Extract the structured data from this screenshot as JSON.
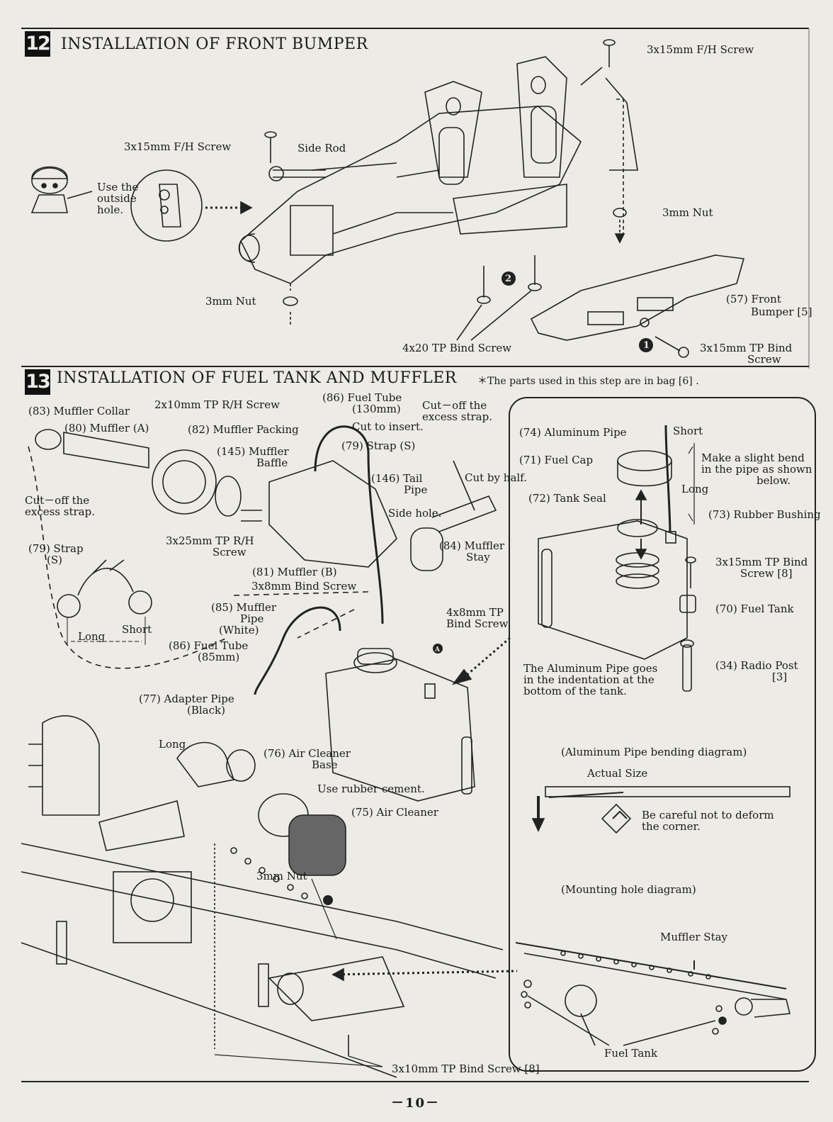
{
  "step12": {
    "number": "12",
    "title": "INSTALLATION OF FRONT BUMPER",
    "labels": {
      "fh_screw_top": "3x15mm F/H Screw",
      "fh_screw_left": "3x15mm F/H Screw",
      "side_rod": "Side Rod",
      "use_outside_1": "Use the",
      "use_outside_2": "outside",
      "use_outside_3": "hole.",
      "nut_right": "3mm Nut",
      "nut_left": "3mm Nut",
      "front_bumper_1": "(57)  Front",
      "front_bumper_2": "Bumper [5]",
      "tp_bind_screw": "4x20 TP Bind Screw",
      "tp_bind_15_1": "3x15mm TP Bind",
      "tp_bind_15_2": "Screw",
      "marker_1": "1",
      "marker_2": "2"
    }
  },
  "step13": {
    "number": "13",
    "title": "INSTALLATION OF FUEL TANK AND MUFFLER",
    "note": "＊The parts used in this step are in bag [6] .",
    "labels": {
      "muffler_collar": "(83) Muffler Collar",
      "muffler_a": "(80)  Muffler  (A)",
      "rh_screw_2x10": "2x10mm TP R/H Screw",
      "muffler_packing": "(82)  Muffler Packing",
      "fuel_tube_130_1": "(86)  Fuel Tube",
      "fuel_tube_130_2": "(130mm)",
      "cut_to_insert": "Cut to insert.",
      "cut_off_top_1": "Cut－off the",
      "cut_off_top_2": "excess strap.",
      "muffler_baffle_1": "(145)  Muffler",
      "muffler_baffle_2": "Baffle",
      "strap_s_top": "(79)  Strap  (S)",
      "cut_by_half": "Cut by half.",
      "tail_pipe_1": "(146)  Tail",
      "tail_pipe_2": "Pipe",
      "side_hole": "Side hole.",
      "cut_off_left_1": "Cut－off the",
      "cut_off_left_2": "excess strap.",
      "rh_screw_3x25_1": "3x25mm TP R/H",
      "rh_screw_3x25_2": "Screw",
      "muffler_stay_1": "(84)  Muffler",
      "muffler_stay_2": "Stay",
      "strap_s_left_1": "(79)  Strap",
      "strap_s_left_2": "(S)",
      "muffler_b": "(81)  Muffler  (B)",
      "bind_3x8": "3x8mm Bind Screw",
      "tp_bind_4x8_1": "4x8mm  TP",
      "tp_bind_4x8_2": "Bind Screw",
      "muffler_pipe_1": "(85)  Muffler",
      "muffler_pipe_2": "Pipe",
      "muffler_pipe_3": "(White)",
      "long_left": "Long",
      "short_left": "Short",
      "fuel_tube_85_1": "(86)  Fuel Tube",
      "fuel_tube_85_2": "(85mm)",
      "adapter_pipe_1": "(77)  Adapter Pipe",
      "adapter_pipe_2": "(Black)",
      "long_adapter": "Long",
      "air_cleaner_base_1": "(76)  Air Cleaner",
      "air_cleaner_base_2": "Base",
      "rubber_cement": "Use rubber cement.",
      "air_cleaner": "(75)  Air Cleaner",
      "nut_3mm": "3mm Nut",
      "bind_3x10": "3x10mm TP Bind Screw  [8]",
      "marker_a": "A"
    },
    "panel": {
      "aluminum_pipe": "(74)  Aluminum Pipe",
      "short": "Short",
      "bend_note_1": "Make a slight bend",
      "bend_note_2": "in the pipe as shown",
      "bend_note_3": "below.",
      "fuel_cap": "(71)  Fuel Cap",
      "long": "Long",
      "tank_seal": "(72)  Tank Seal",
      "rubber_bushing": "(73)  Rubber Bushing",
      "tp_bind_1": "3x15mm TP Bind",
      "tp_bind_2": "Screw  [8]",
      "fuel_tank": "(70)  Fuel Tank",
      "alum_goes_1": "The Aluminum Pipe goes",
      "alum_goes_2": "in the indentation at the",
      "alum_goes_3": "bottom of the tank.",
      "radio_post_1": "(34)  Radio Post",
      "radio_post_2": "[3]",
      "bending_diagram": "(Aluminum Pipe bending diagram)",
      "actual_size": "Actual Size",
      "careful_1": "Be careful not to deform",
      "careful_2": "the corner.",
      "mounting_diagram": "(Mounting hole diagram)",
      "muffler_stay": "Muffler Stay",
      "fuel_tank_bottom": "Fuel Tank"
    }
  },
  "page_number": "－10－"
}
